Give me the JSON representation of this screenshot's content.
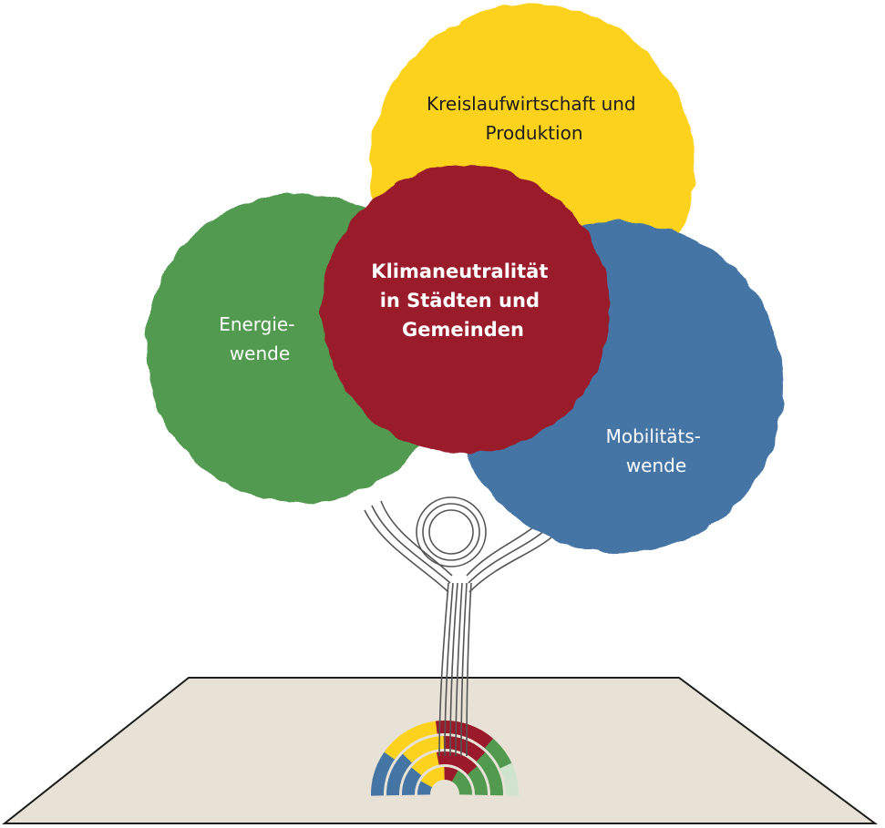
{
  "diagram": {
    "center": {
      "lines": [
        "Klimaneutralität",
        "in Städten und",
        "Gemeinden"
      ],
      "color": "#9a1a2b"
    },
    "top": {
      "lines": [
        "Kreislaufwirtschaft und",
        "Produktion"
      ],
      "color": "#fdd21d"
    },
    "left": {
      "lines": [
        "Energie-",
        "wende"
      ],
      "color": "#519a50"
    },
    "right": {
      "lines": [
        "Mobilitäts-",
        "wende"
      ],
      "color": "#4475a5"
    },
    "ground_color": "#e8e2d6",
    "trunk_color": "#5a5a5a"
  }
}
